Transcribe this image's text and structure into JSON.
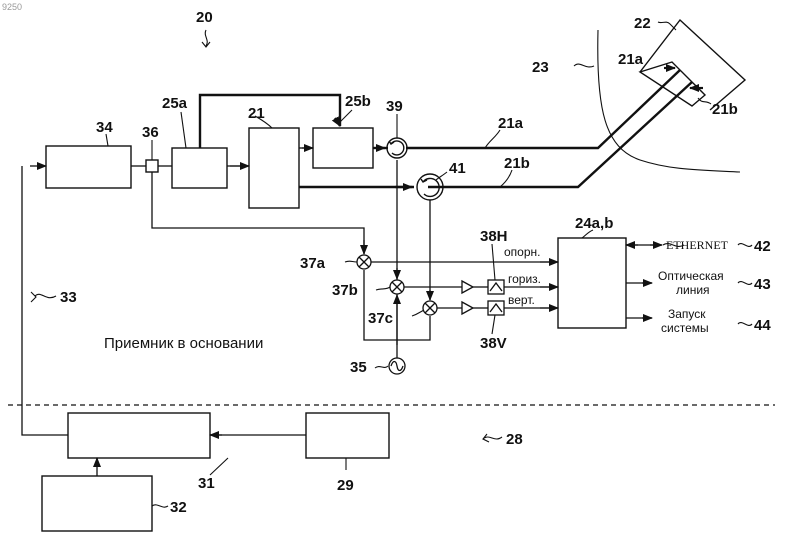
{
  "corner_number": "9250",
  "refs": {
    "r20": "20",
    "r22": "22",
    "r23": "23",
    "r21a_ant": "21a",
    "r21b_ant": "21b",
    "r34": "34",
    "r36": "36",
    "r25a": "25a",
    "r21": "21",
    "r25b": "25b",
    "r39": "39",
    "r41": "41",
    "r21a_line": "21a",
    "r21b_line": "21b",
    "r24ab": "24a,b",
    "r38H": "38H",
    "r38V": "38V",
    "r37a": "37a",
    "r37b": "37b",
    "r37c": "37c",
    "r35": "35",
    "r33": "33",
    "r42": "42",
    "r43": "43",
    "r44": "44",
    "r28": "28",
    "r31": "31",
    "r29": "29",
    "r32": "32"
  },
  "labels": {
    "ref_signal": "опорн.",
    "horiz": "гориз.",
    "vert": "верт.",
    "ethernet": "ETHERNET",
    "optical_line_1": "Оптическая",
    "optical_line_2": "линия",
    "system_start_1": "Запуск",
    "system_start_2": "системы",
    "base_receiver": "Приемник в основании"
  }
}
